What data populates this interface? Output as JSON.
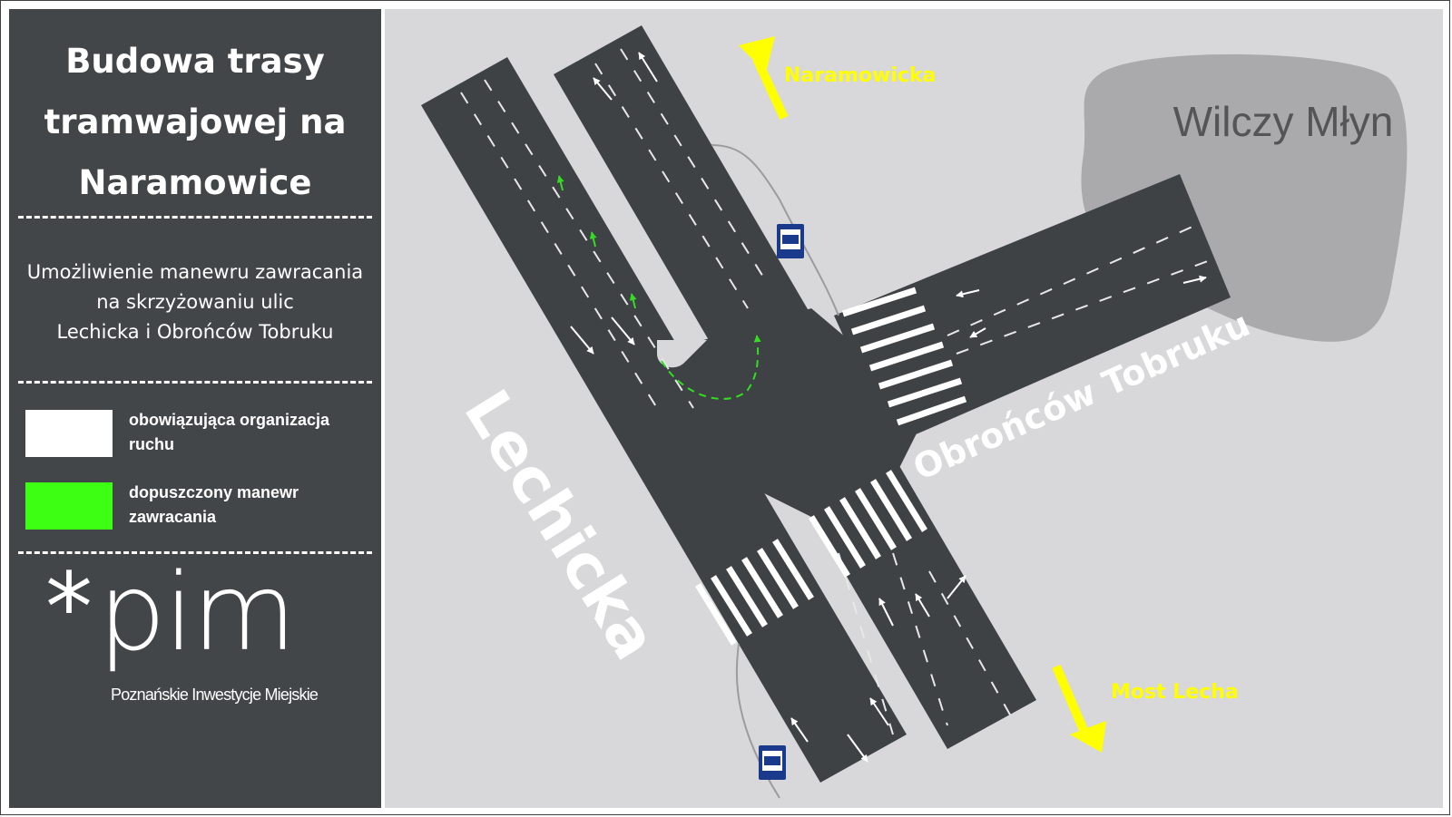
{
  "sidebar": {
    "title_lines": [
      "Budowa trasy",
      "tramwajowej na",
      "Naramowice"
    ],
    "description_lines": [
      "Umożliwienie manewru zawracania",
      "na skrzyżowaniu ulic",
      "Lechicka i Obrońców Tobruku"
    ],
    "legend": [
      {
        "label_line1": "obowiązująca organizacja",
        "label_line2": "ruchu",
        "color": "#ffffff"
      },
      {
        "label_line1": "dopuszczony manewr",
        "label_line2": "zawracania",
        "color": "#3cff14"
      }
    ],
    "logo": {
      "mark": "*",
      "word": "pim",
      "subtitle": "Poznańskie Inwestycje Miejskie"
    }
  },
  "map": {
    "streets": {
      "main": "Lechicka",
      "cross": "Obrońców Tobruku"
    },
    "area_label": "Wilczy Młyn",
    "directions": {
      "north": "Naramowicka",
      "south": "Most Lecha"
    },
    "colors": {
      "road": "#3f4245",
      "ground": "#d8d8da",
      "area": "#a9a9ab",
      "arrow_yellow": "#ffff00",
      "uturn_green": "#33dd22",
      "bus_sign": "#1a3a8c"
    },
    "icons": [
      "bus-stop-icon",
      "bus-stop-icon"
    ]
  }
}
